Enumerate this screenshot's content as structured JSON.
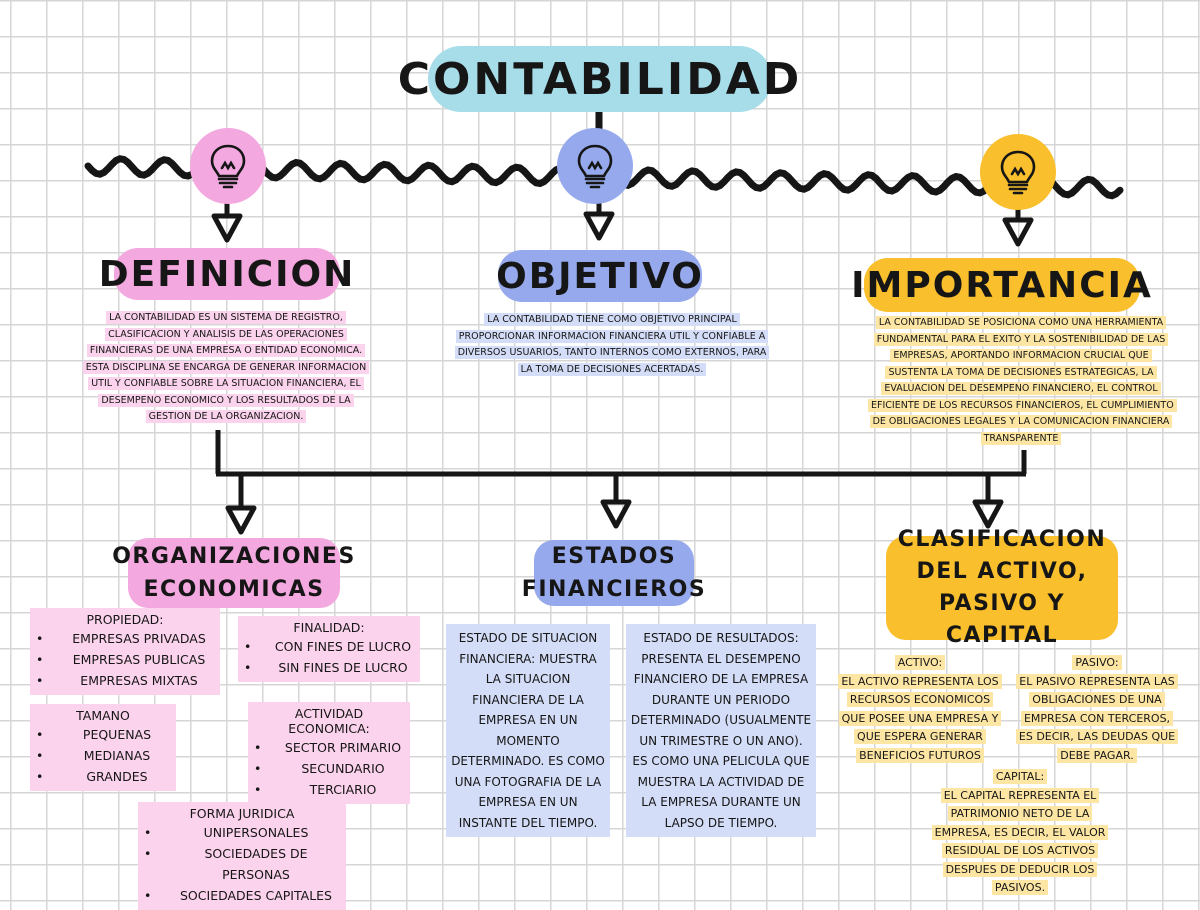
{
  "title": "CONTABILIDAD",
  "colors": {
    "pink": "#f3a8df",
    "blue": "#95a9ec",
    "gold": "#f9bf2c",
    "cyan": "#a6dde9",
    "pink_light": "#fbd3ec",
    "blue_light": "#d4ddf7",
    "gold_light": "#fde6a4",
    "grid": "#d6d6d6",
    "line": "#161616"
  },
  "icons": [
    "lightbulb-icon",
    "lightbulb-icon",
    "lightbulb-icon",
    "arrow-down-icon"
  ],
  "sections": {
    "definicion": {
      "heading": "DEFINICION",
      "text": "LA CONTABILIDAD ES UN SISTEMA DE REGISTRO, CLASIFICACION Y ANALISIS DE LAS OPERACIONES FINANCIERAS DE UNA EMPRESA O ENTIDAD ECONOMICA. ESTA DISCIPLINA SE ENCARGA DE GENERAR INFORMACION UTIL Y CONFIABLE SOBRE LA SITUACION FINANCIERA, EL DESEMPENO ECONOMICO Y LOS RESULTADOS DE LA GESTION DE LA ORGANIZACION."
    },
    "objetivo": {
      "heading": "OBJETIVO",
      "text": "LA CONTABILIDAD TIENE COMO OBJETIVO PRINCIPAL PROPORCIONAR INFORMACION FINANCIERA UTIL Y CONFIABLE A DIVERSOS USUARIOS, TANTO INTERNOS COMO EXTERNOS, PARA LA TOMA DE DECISIONES ACERTADAS."
    },
    "importancia": {
      "heading": "IMPORTANCIA",
      "text": "LA CONTABILIDAD SE POSICIONA COMO UNA HERRAMIENTA FUNDAMENTAL PARA EL EXITO Y LA SOSTENIBILIDAD DE LAS EMPRESAS, APORTANDO INFORMACION CRUCIAL QUE SUSTENTA LA TOMA DE DECISIONES ESTRATEGICAS, LA EVALUACION DEL DESEMPENO FINANCIERO, EL CONTROL EFICIENTE DE LOS RECURSOS FINANCIEROS, EL CUMPLIMIENTO DE OBLIGACIONES LEGALES Y LA COMUNICACION FINANCIERA TRANSPARENTE"
    },
    "organizaciones": {
      "heading": "ORGANIZACIONES ECONOMICAS",
      "propiedad": {
        "title": "PROPIEDAD:",
        "items": [
          "EMPRESAS PRIVADAS",
          "EMPRESAS PUBLICAS",
          "EMPRESAS MIXTAS"
        ]
      },
      "finalidad": {
        "title": "FINALIDAD:",
        "items": [
          "CON FINES DE LUCRO",
          "SIN FINES DE LUCRO"
        ]
      },
      "tamano": {
        "title": "TAMANO",
        "items": [
          "PEQUENAS",
          "MEDIANAS",
          "GRANDES"
        ]
      },
      "actividad": {
        "title": "ACTIVIDAD ECONOMICA:",
        "items": [
          "SECTOR PRIMARIO",
          "SECUNDARIO",
          "TERCIARIO"
        ]
      },
      "forma": {
        "title": "FORMA JURIDICA",
        "items": [
          "UNIPERSONALES",
          "SOCIEDADES DE PERSONAS",
          "SOCIEDADES CAPITALES"
        ]
      }
    },
    "estados": {
      "heading": "ESTADOS FINANCIEROS",
      "situacion": "ESTADO DE SITUACION FINANCIERA: MUESTRA LA SITUACION FINANCIERA DE LA EMPRESA EN UN MOMENTO DETERMINADO. ES COMO UNA FOTOGRAFIA DE LA EMPRESA EN UN INSTANTE DEL TIEMPO.",
      "resultados": "ESTADO DE RESULTADOS: PRESENTA EL DESEMPENO FINANCIERO DE LA EMPRESA DURANTE UN PERIODO DETERMINADO (USUALMENTE UN TRIMESTRE O UN ANO). ES COMO UNA PELICULA QUE MUESTRA LA ACTIVIDAD DE LA EMPRESA DURANTE UN LAPSO DE TIEMPO."
    },
    "clasificacion": {
      "heading": "CLASIFICACION DEL ACTIVO, PASIVO Y CAPITAL",
      "activo": {
        "title": "ACTIVO:",
        "text": "EL ACTIVO REPRESENTA LOS RECURSOS ECONOMICOS QUE POSEE UNA EMPRESA Y QUE ESPERA GENERAR BENEFICIOS FUTUROS"
      },
      "pasivo": {
        "title": "PASIVO:",
        "text": "EL PASIVO REPRESENTA LAS OBLIGACIONES DE UNA EMPRESA CON TERCEROS, ES DECIR, LAS DEUDAS QUE DEBE PAGAR."
      },
      "capital": {
        "title": "CAPITAL:",
        "text": "EL CAPITAL REPRESENTA EL PATRIMONIO NETO DE LA EMPRESA, ES DECIR, EL VALOR RESIDUAL DE LOS ACTIVOS DESPUES DE DEDUCIR LOS PASIVOS."
      }
    }
  }
}
